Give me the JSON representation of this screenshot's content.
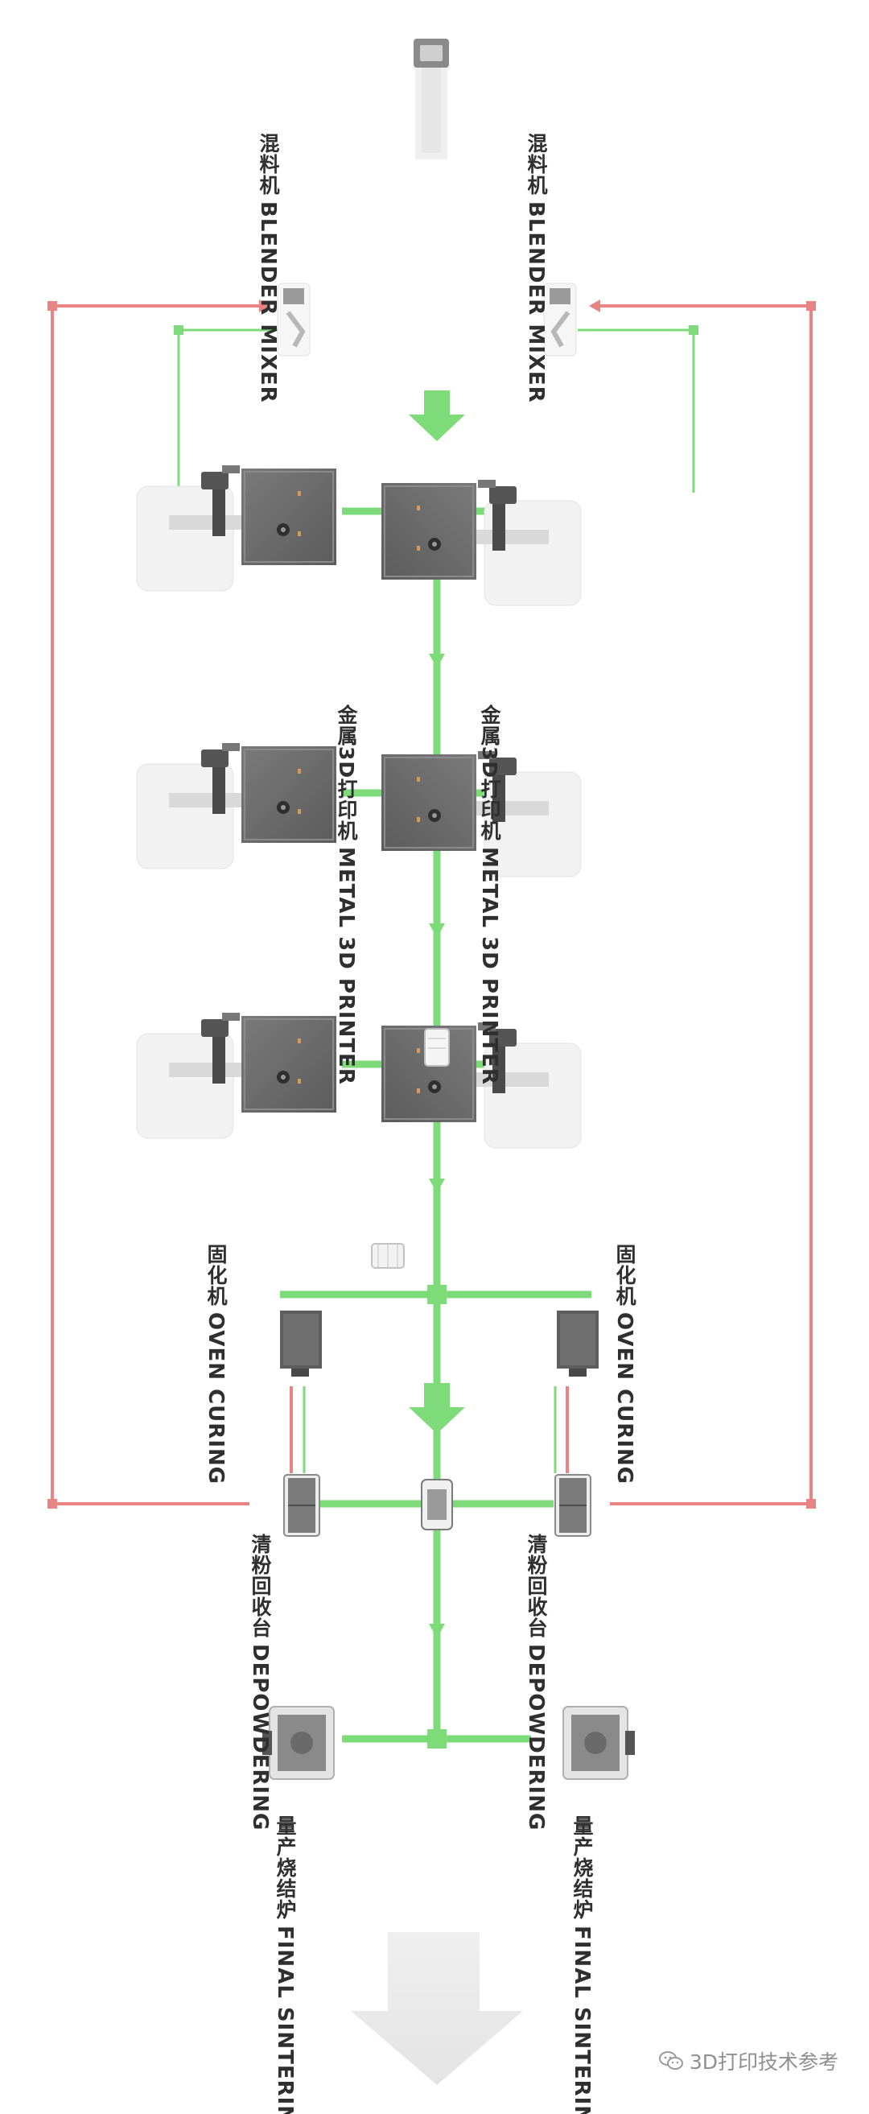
{
  "labels": {
    "blender_mixer": {
      "zh": "混料机",
      "en": "BLENDER MIXER"
    },
    "metal_3d_printer": {
      "zh": "金属3D打印机",
      "en": "METAL 3D PRINTER"
    },
    "oven_curing": {
      "zh": "固化机",
      "en": "OVEN  CURING"
    },
    "depowdering": {
      "zh": "清粉回收台",
      "en": "DEPOWDERING"
    },
    "final_sintering": {
      "zh": "量产烧结炉",
      "en": "FINAL SINTERING"
    }
  },
  "watermark": {
    "icon": "wechat-icon",
    "text": "3D打印技术参考"
  },
  "colors": {
    "flow_line": "#7ddb7a",
    "return_line": "#e98484",
    "machine_body": "#6b6b6b",
    "background": "#ffffff"
  }
}
